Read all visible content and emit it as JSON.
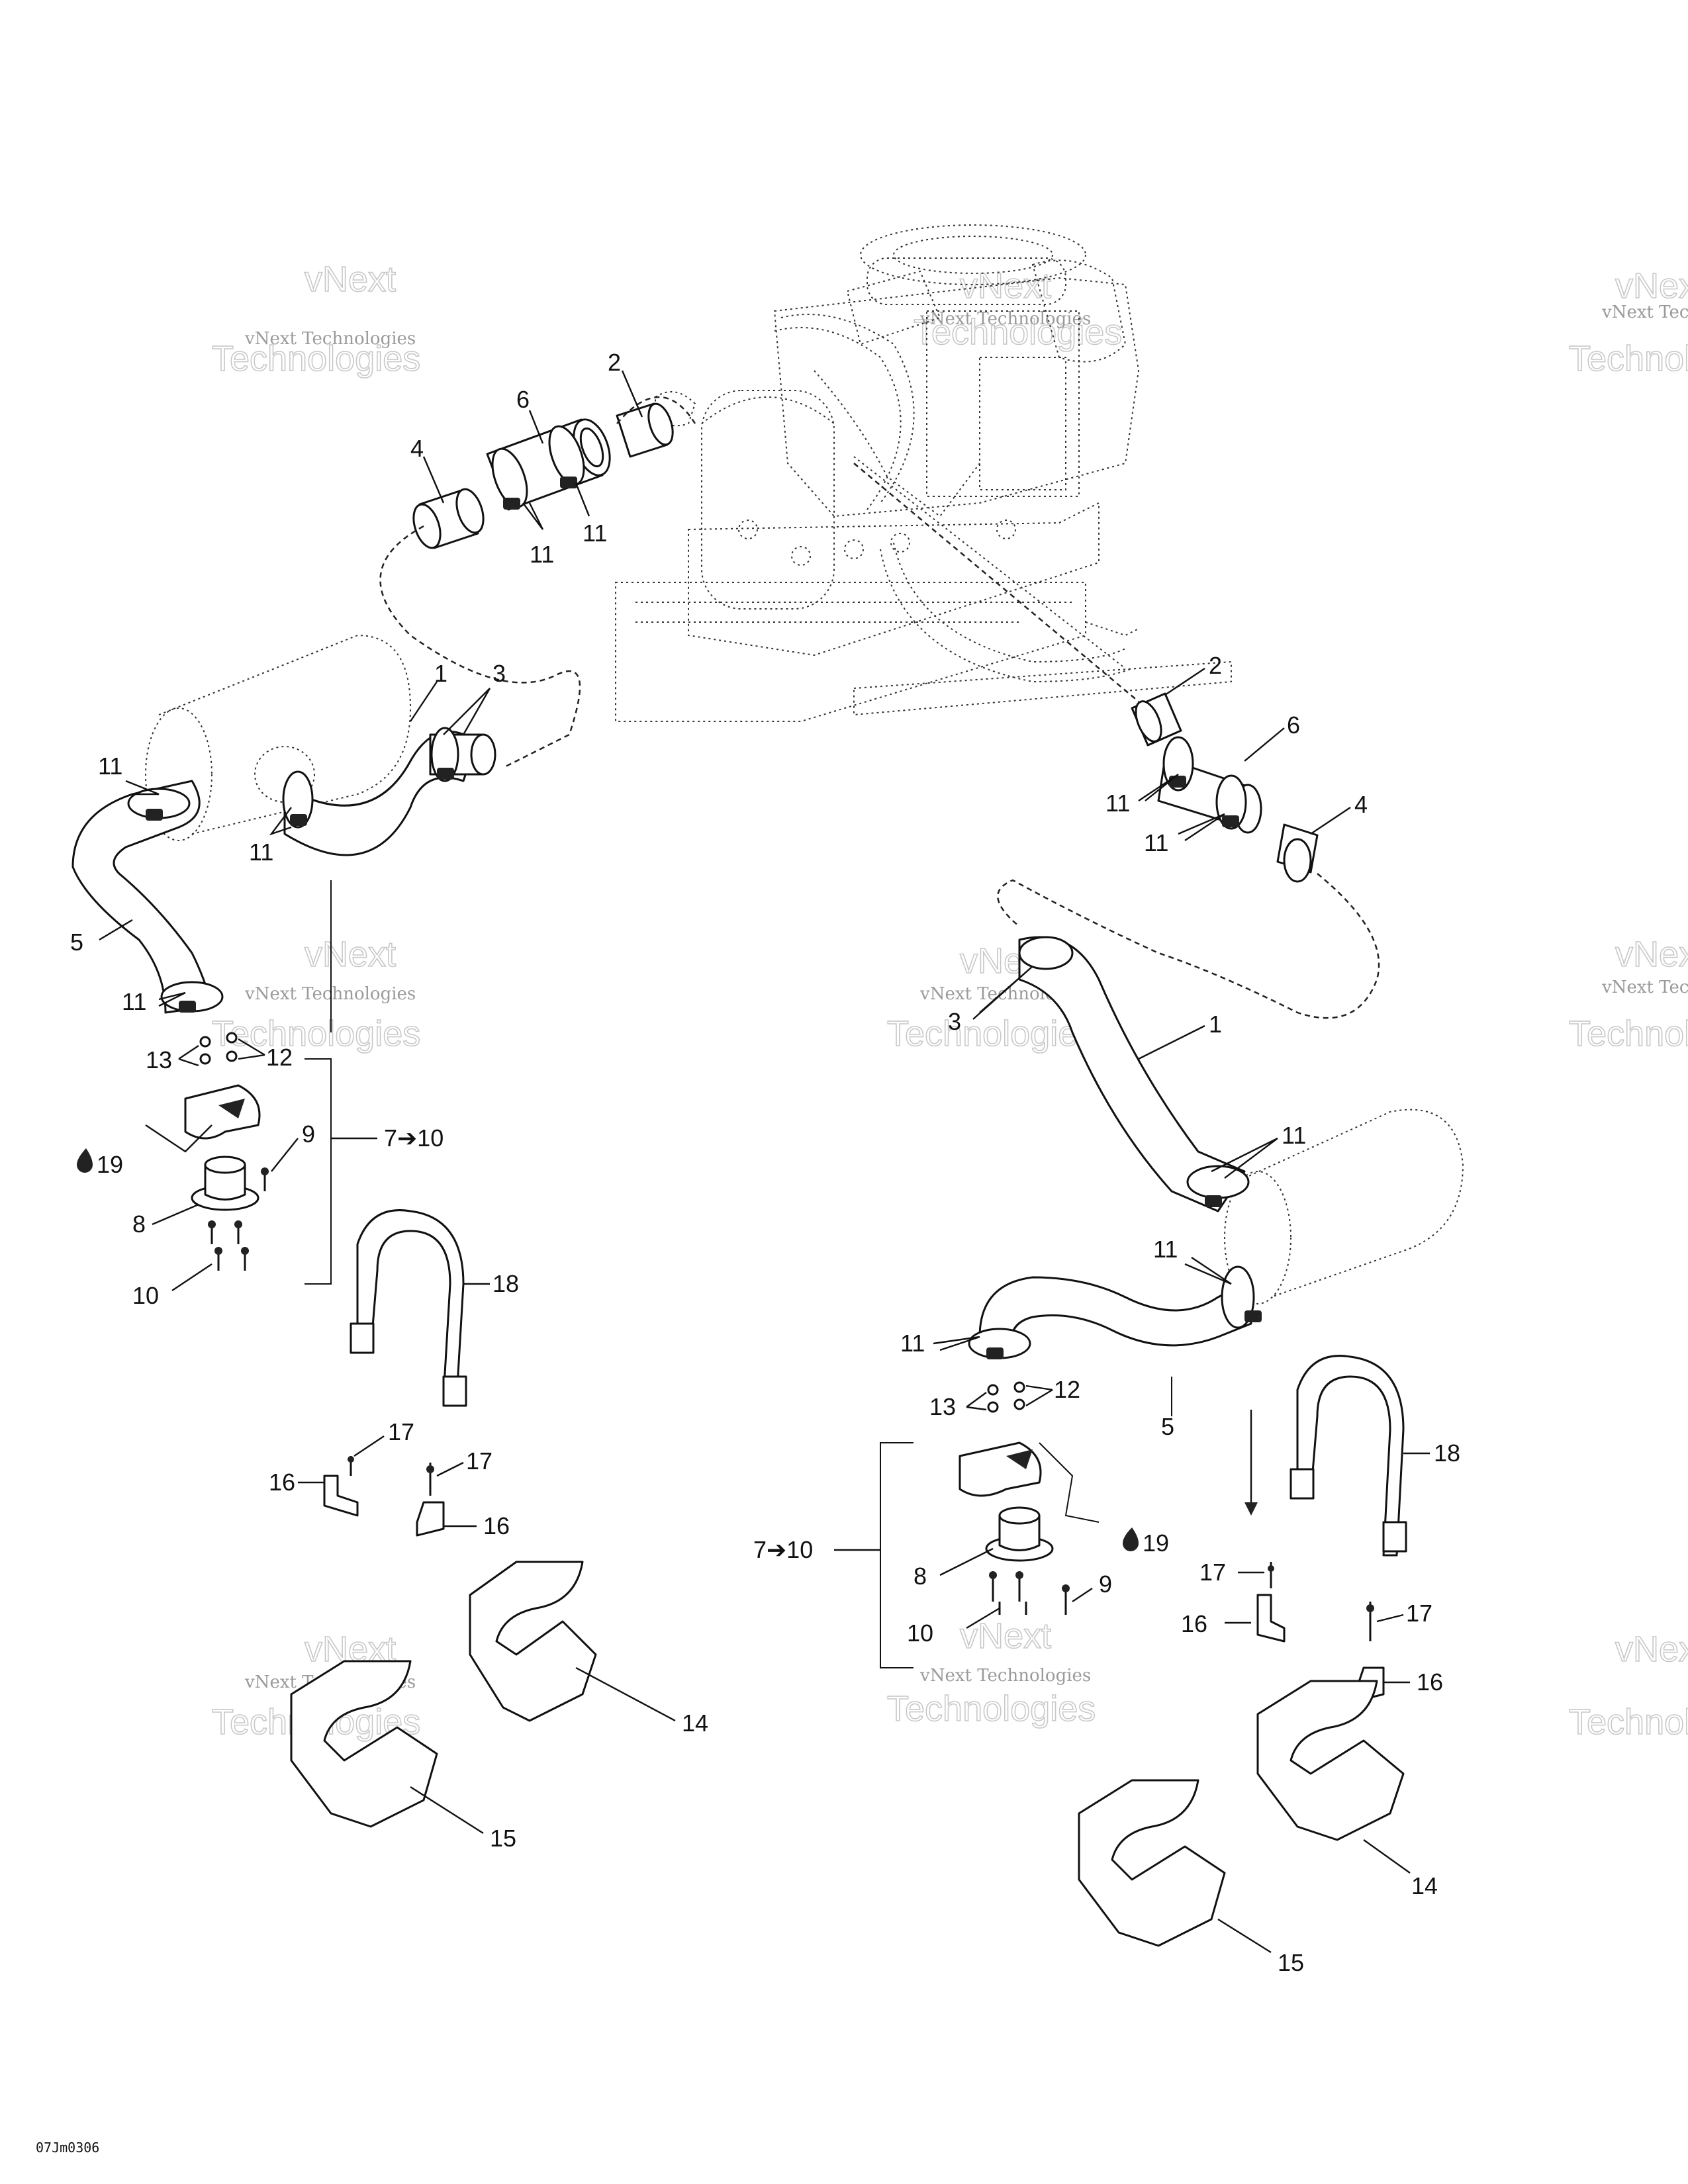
{
  "watermark": {
    "line1": "vNext",
    "line2": "Technologies",
    "line3": "vNext Technologies"
  },
  "callouts": {
    "c1": "1",
    "c2": "2",
    "c3": "3",
    "c4": "4",
    "c5": "5",
    "c6": "6",
    "c7to10": "7➔10",
    "c8": "8",
    "c9": "9",
    "c10": "10",
    "c11": "11",
    "c12": "12",
    "c13": "13",
    "c14": "14",
    "c15": "15",
    "c16": "16",
    "c17": "17",
    "c18": "18",
    "c19": "19",
    "c19_icon": "droplet-icon"
  },
  "footer": {
    "ref_code": "07Jm0306"
  }
}
